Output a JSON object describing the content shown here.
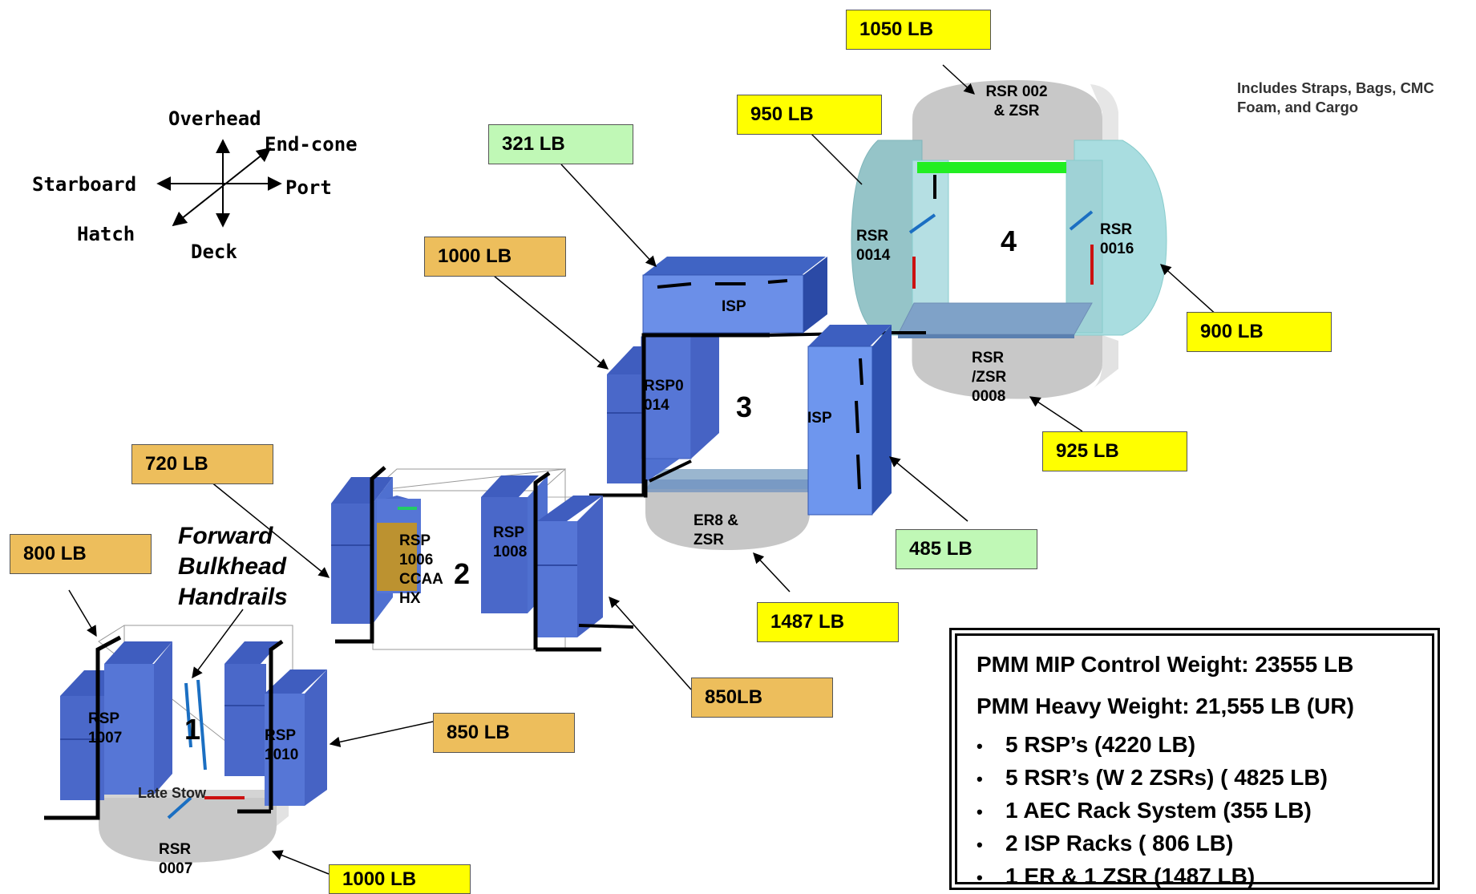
{
  "compass": {
    "overhead": "Overhead",
    "end_cone": "End-cone",
    "starboard": "Starboard",
    "port": "Port",
    "hatch": "Hatch",
    "deck": "Deck"
  },
  "note": [
    "Includes Straps, Bags, CMC",
    "Foam, and Cargo"
  ],
  "weights": {
    "w1050": "1050 LB",
    "w950": "950 LB",
    "w321": "321 LB",
    "w1000_top": "1000 LB",
    "w900": "900 LB",
    "w925": "925 LB",
    "w720": "720 LB",
    "w800": "800 LB",
    "w485": "485 LB",
    "w1487": "1487 LB",
    "w850_right": "850LB",
    "w850": "850 LB",
    "w1000_bottom": "1000 LB"
  },
  "label_colors": {
    "yellow": "#ffff00",
    "orange": "#edbe5c",
    "green": "#c0f8b6"
  },
  "bays": {
    "b1": "1",
    "b2": "2",
    "b3": "3",
    "b4": "4"
  },
  "racks": {
    "rsr002": [
      "RSR 002",
      "& ZSR"
    ],
    "rsr0014": [
      "RSR",
      "0014"
    ],
    "rsr0016": [
      "RSR",
      "0016"
    ],
    "rsr0008": [
      "RSR",
      "/ZSR",
      "0008"
    ],
    "isp_top": "ISP",
    "isp_right": "ISP",
    "rsp0014": [
      "RSP0",
      "014"
    ],
    "er8": [
      "ER8 &",
      "ZSR"
    ],
    "rsp1006": [
      "RSP",
      "1006",
      "CCAA",
      "HX"
    ],
    "rsp1008": [
      "RSP",
      "1008"
    ],
    "rsp1007": [
      "RSP",
      "1007"
    ],
    "rsp1010": [
      "RSP",
      "1010"
    ],
    "rsr0007": [
      "RSR",
      "0007"
    ],
    "late_stow": "Late Stow"
  },
  "forward_bulkhead": [
    "Forward",
    "Bulkhead",
    "Handrails"
  ],
  "summary": {
    "control_weight": "PMM MIP Control Weight: 23555 LB",
    "heavy_weight": "PMM Heavy Weight: 21,555 LB (UR)",
    "items": [
      "5 RSP’s  (4220 LB)",
      "5 RSR’s  (W 2 ZSRs) ( 4825 LB)",
      "1 AEC Rack System  (355 LB)",
      "2 ISP Racks   ( 806 LB)",
      "1 ER  &  1 ZSR  (1487 LB)"
    ]
  }
}
